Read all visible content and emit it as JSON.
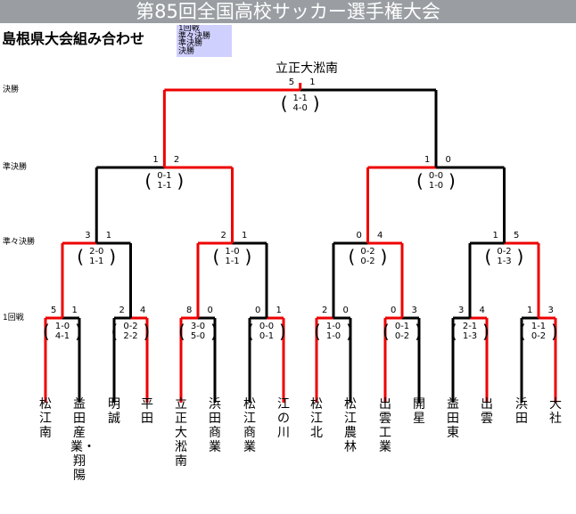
{
  "page": {
    "banner": "第85回全国高校サッカー選手権大会",
    "title": "島根県大会組み合わせ",
    "legend": [
      "1回戦",
      "準々決勝",
      "準決勝",
      "決勝"
    ],
    "rounds": [
      "決勝",
      "準決勝",
      "準々決勝",
      "1回戦"
    ],
    "champion": "立正大淞南"
  },
  "teams": [
    "松江南",
    "益田産業・翔陽",
    "明誠",
    "平田",
    "立正大淞南",
    "浜田商業",
    "松江商業",
    "江の川",
    "松江北",
    "松江農林",
    "出雲工業",
    "開星",
    "益田東",
    "出雲",
    "浜田",
    "大社"
  ],
  "matches": [
    {
      "score": "5 1",
      "h1": "1-0",
      "h2": "4-1"
    },
    {
      "score": "2 4",
      "h1": "0-2",
      "h2": "2-2"
    },
    {
      "score": "8 0",
      "h1": "3-0",
      "h2": "5-0"
    },
    {
      "score": "0 1",
      "h1": "0-0",
      "h2": "0-1"
    },
    {
      "score": "2 0",
      "h1": "1-0",
      "h2": "1-0"
    },
    {
      "score": "0 3",
      "h1": "0-1",
      "h2": "0-2"
    },
    {
      "score": "3 4",
      "h1": "2-1",
      "h2": "1-3"
    },
    {
      "score": "1 3",
      "h1": "1-1",
      "h2": "0-2"
    },
    {
      "score": "3 1",
      "h1": "2-0",
      "h2": "1-1"
    },
    {
      "score": "2 1",
      "h1": "1-0",
      "h2": "1-1"
    },
    {
      "score": "0 4",
      "h1": "0-2",
      "h2": "0-2"
    },
    {
      "score": "1 5",
      "h1": "0-2",
      "h2": "1-3"
    },
    {
      "score": "1 2",
      "h1": "0-1",
      "h2": "1-1"
    },
    {
      "score": "1 0",
      "h1": "0-0",
      "h2": "1-0"
    },
    {
      "score": "5 1",
      "h1": "1-1",
      "h2": "4-0"
    }
  ],
  "winners": [
    1,
    2,
    1,
    2,
    1,
    1,
    2,
    2,
    1,
    1,
    2,
    2,
    2,
    1,
    1
  ],
  "colors": {
    "win": "#ee0000",
    "lose": "#000000",
    "banner_bg": "#9a9ea2",
    "legend_bg": "#d0d0ff"
  }
}
